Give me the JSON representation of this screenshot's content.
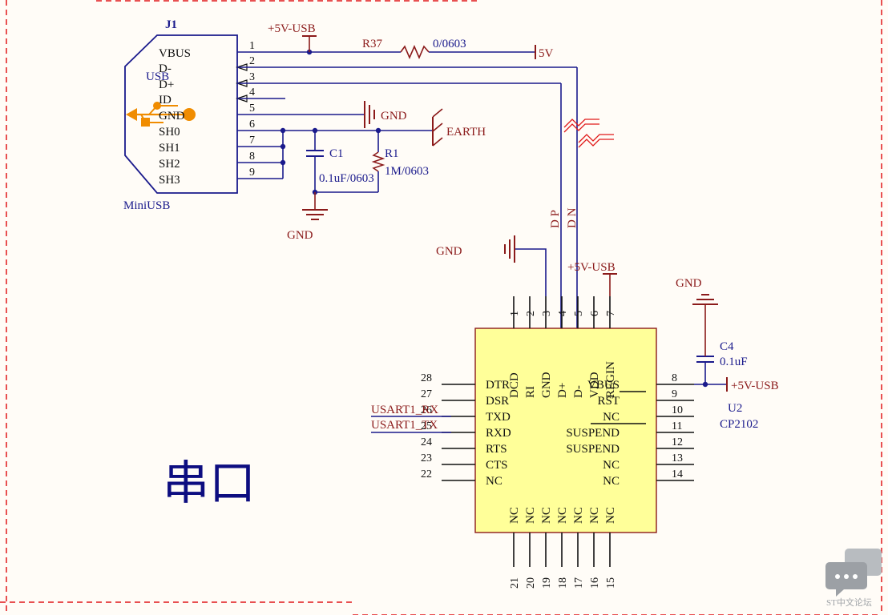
{
  "colors": {
    "wire": "#1a1a8c",
    "power": "#8b1a1a",
    "pin": "#111111",
    "frame": "#e0161a",
    "chip_fill": "#ffff99",
    "chip_border": "#8b1a1a",
    "usb_icon": "#f08c00",
    "diff_pair": "#e01818",
    "watermark": "#b8bcc0"
  },
  "connector": {
    "ref": "J1",
    "name": "MiniUSB",
    "usb_text": "USB",
    "pins": [
      {
        "num": "1",
        "label": "VBUS"
      },
      {
        "num": "2",
        "label": "D-"
      },
      {
        "num": "3",
        "label": "D+"
      },
      {
        "num": "4",
        "label": "ID"
      },
      {
        "num": "5",
        "label": "GND"
      },
      {
        "num": "6",
        "label": "SH0"
      },
      {
        "num": "7",
        "label": "SH1"
      },
      {
        "num": "8",
        "label": "SH2"
      },
      {
        "num": "9",
        "label": "SH3"
      }
    ]
  },
  "nets": {
    "usb5v": "+5V-USB",
    "v5": "5V",
    "gnd": "GND",
    "earth": "EARTH",
    "dp": "D P",
    "dn": "D N",
    "usart_rx": "USART1_RX",
    "usart_tx": "USART1_TX"
  },
  "components": {
    "r37": {
      "ref": "R37",
      "value": "0/0603"
    },
    "c1": {
      "ref": "C1",
      "value": "0.1uF/0603"
    },
    "r1": {
      "ref": "R1",
      "value": "1M/0603"
    },
    "c4": {
      "ref": "C4",
      "value": "0.1uF"
    }
  },
  "chip": {
    "ref": "U2",
    "name": "CP2102",
    "left_pins": [
      {
        "num": "28",
        "label": "DTR"
      },
      {
        "num": "27",
        "label": "DSR"
      },
      {
        "num": "26",
        "label": "TXD"
      },
      {
        "num": "25",
        "label": "RXD"
      },
      {
        "num": "24",
        "label": "RTS"
      },
      {
        "num": "23",
        "label": "CTS"
      },
      {
        "num": "22",
        "label": "NC"
      }
    ],
    "right_pins": [
      {
        "num": "8",
        "label": "VBUS"
      },
      {
        "num": "9",
        "label": "RST"
      },
      {
        "num": "10",
        "label": "NC"
      },
      {
        "num": "11",
        "label": "SUSPEND"
      },
      {
        "num": "12",
        "label": "SUSPEND"
      },
      {
        "num": "13",
        "label": "NC"
      },
      {
        "num": "14",
        "label": "NC"
      }
    ],
    "top_pins": [
      {
        "num": "1",
        "label": "DCD"
      },
      {
        "num": "2",
        "label": "RI"
      },
      {
        "num": "3",
        "label": "GND"
      },
      {
        "num": "4",
        "label": "D+"
      },
      {
        "num": "5",
        "label": "D-"
      },
      {
        "num": "6",
        "label": "VDD"
      },
      {
        "num": "7",
        "label": "REGIN"
      }
    ],
    "bottom_pins": [
      {
        "num": "21",
        "label": "NC"
      },
      {
        "num": "20",
        "label": "NC"
      },
      {
        "num": "19",
        "label": "NC"
      },
      {
        "num": "18",
        "label": "NC"
      },
      {
        "num": "17",
        "label": "NC"
      },
      {
        "num": "16",
        "label": "NC"
      },
      {
        "num": "15",
        "label": "NC"
      }
    ]
  },
  "section_title": "串口",
  "watermark": {
    "text": "ST中文论坛",
    "icon": "chat-bubbles-icon"
  }
}
